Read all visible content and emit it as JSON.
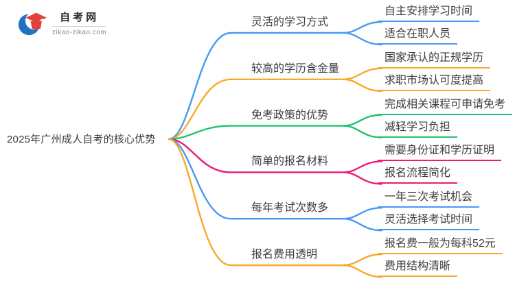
{
  "logo": {
    "site_name": "自考网",
    "domain": "zikao-zikao.com"
  },
  "root": {
    "title": "2025年广州成人自考的核心优势"
  },
  "palette": {
    "blue": "#459af5",
    "orange": "#f9a825",
    "green": "#22c173",
    "pink": "#ee1a75",
    "logo_blue": "#2273bf",
    "logo_red": "#e0413a",
    "text": "#3c3c3c"
  },
  "branches": [
    {
      "label": "灵活的学习方式",
      "color": "blue",
      "children": [
        "自主安排学习时间",
        "适合在职人员"
      ]
    },
    {
      "label": "较高的学历含金量",
      "color": "orange",
      "children": [
        "国家承认的正规学历",
        "求职市场认可度提高"
      ]
    },
    {
      "label": "免考政策的优势",
      "color": "green",
      "children": [
        "完成相关课程可申请免考",
        "减轻学习负担"
      ]
    },
    {
      "label": "简单的报名材料",
      "color": "pink",
      "children": [
        "需要身份证和学历证明",
        "报名流程简化"
      ]
    },
    {
      "label": "每年考试次数多",
      "color": "blue",
      "children": [
        "一年三次考试机会",
        "灵活选择考试时间"
      ]
    },
    {
      "label": "报名费用透明",
      "color": "orange",
      "children": [
        "报名费一般为每科52元",
        "费用结构清晰"
      ]
    }
  ]
}
